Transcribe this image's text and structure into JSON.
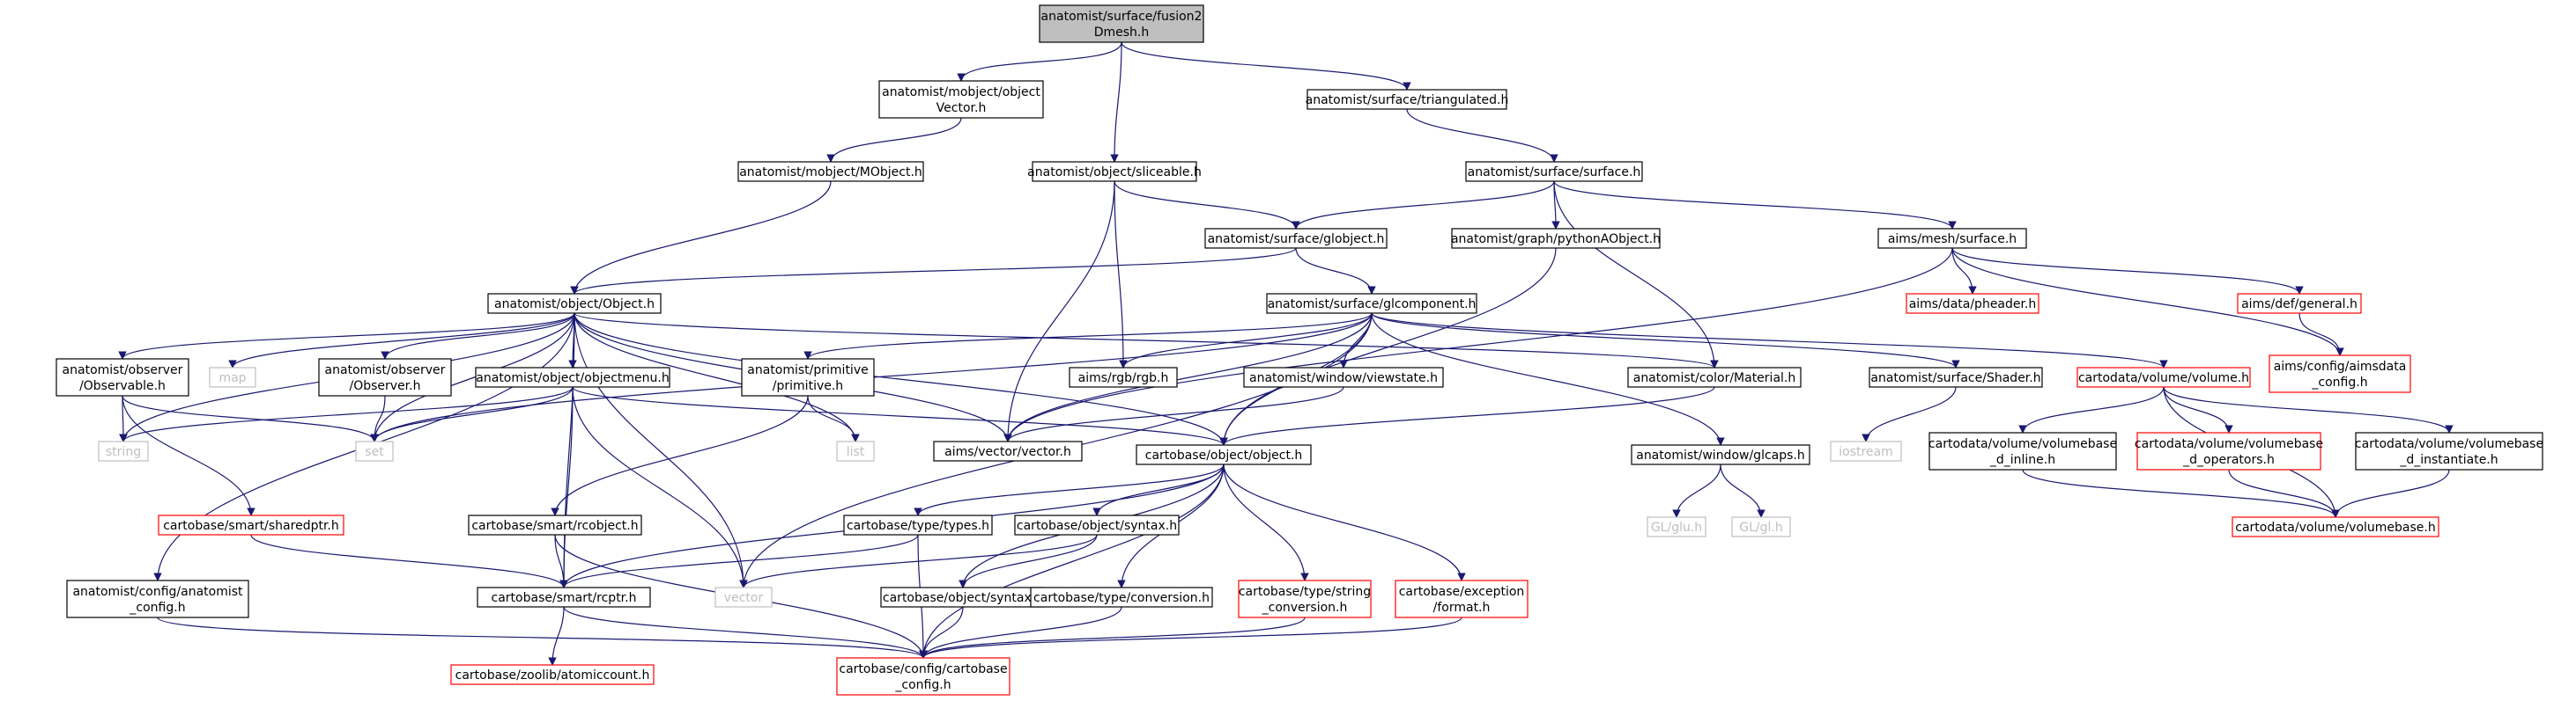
{
  "colors": {
    "edge": "#191970",
    "edge_missing": "#b22222",
    "box_border": "#000000",
    "box_missing": "#ff0000",
    "box_external": "#bfbfbf",
    "root_fill": "#bfbfbf",
    "text": "#000000",
    "text_external": "#bfbfbf"
  },
  "nodes": [
    {
      "id": "root",
      "lines": [
        "anatomist/surface/fusion2",
        "Dmesh.h"
      ],
      "kind": "root"
    },
    {
      "id": "mobjectvector",
      "lines": [
        "anatomist/mobject/object",
        "Vector.h"
      ],
      "kind": "normal"
    },
    {
      "id": "triangulated",
      "lines": [
        "anatomist/surface/triangulated.h"
      ],
      "kind": "normal"
    },
    {
      "id": "mobject",
      "lines": [
        "anatomist/mobject/MObject.h"
      ],
      "kind": "normal"
    },
    {
      "id": "sliceable",
      "lines": [
        "anatomist/object/sliceable.h"
      ],
      "kind": "normal"
    },
    {
      "id": "surface",
      "lines": [
        "anatomist/surface/surface.h"
      ],
      "kind": "normal"
    },
    {
      "id": "globject",
      "lines": [
        "anatomist/surface/globject.h"
      ],
      "kind": "normal"
    },
    {
      "id": "pythonaobject",
      "lines": [
        "anatomist/graph/pythonAObject.h"
      ],
      "kind": "normal"
    },
    {
      "id": "aimssurface",
      "lines": [
        "aims/mesh/surface.h"
      ],
      "kind": "normal"
    },
    {
      "id": "object",
      "lines": [
        "anatomist/object/Object.h"
      ],
      "kind": "normal"
    },
    {
      "id": "glcomponent",
      "lines": [
        "anatomist/surface/glcomponent.h"
      ],
      "kind": "normal"
    },
    {
      "id": "pheader",
      "lines": [
        "aims/data/pheader.h"
      ],
      "kind": "missing"
    },
    {
      "id": "general",
      "lines": [
        "aims/def/general.h"
      ],
      "kind": "missing"
    },
    {
      "id": "aimsdataconfig",
      "lines": [
        "aims/config/aimsdata",
        "_config.h"
      ],
      "kind": "missing"
    },
    {
      "id": "observable",
      "lines": [
        "anatomist/observer",
        "/Observable.h"
      ],
      "kind": "normal"
    },
    {
      "id": "map",
      "lines": [
        "map"
      ],
      "kind": "external"
    },
    {
      "id": "observer",
      "lines": [
        "anatomist/observer",
        "/Observer.h"
      ],
      "kind": "normal"
    },
    {
      "id": "objectmenu",
      "lines": [
        "anatomist/object/objectmenu.h"
      ],
      "kind": "normal"
    },
    {
      "id": "primitive",
      "lines": [
        "anatomist/primitive",
        "/primitive.h"
      ],
      "kind": "normal"
    },
    {
      "id": "rgb",
      "lines": [
        "aims/rgb/rgb.h"
      ],
      "kind": "normal"
    },
    {
      "id": "viewstate",
      "lines": [
        "anatomist/window/viewstate.h"
      ],
      "kind": "normal"
    },
    {
      "id": "material",
      "lines": [
        "anatomist/color/Material.h"
      ],
      "kind": "normal"
    },
    {
      "id": "shader",
      "lines": [
        "anatomist/surface/Shader.h"
      ],
      "kind": "normal"
    },
    {
      "id": "volume",
      "lines": [
        "cartodata/volume/volume.h"
      ],
      "kind": "missing"
    },
    {
      "id": "string",
      "lines": [
        "string"
      ],
      "kind": "external"
    },
    {
      "id": "set",
      "lines": [
        "set"
      ],
      "kind": "external"
    },
    {
      "id": "list",
      "lines": [
        "list"
      ],
      "kind": "external"
    },
    {
      "id": "aimsvector",
      "lines": [
        "aims/vector/vector.h"
      ],
      "kind": "normal"
    },
    {
      "id": "cbobject",
      "lines": [
        "cartobase/object/object.h"
      ],
      "kind": "normal"
    },
    {
      "id": "glcaps",
      "lines": [
        "anatomist/window/glcaps.h"
      ],
      "kind": "normal"
    },
    {
      "id": "iostream",
      "lines": [
        "iostream"
      ],
      "kind": "external"
    },
    {
      "id": "vbinline",
      "lines": [
        "cartodata/volume/volumebase",
        "_d_inline.h"
      ],
      "kind": "normal"
    },
    {
      "id": "vboperators",
      "lines": [
        "cartodata/volume/volumebase",
        "_d_operators.h"
      ],
      "kind": "missing"
    },
    {
      "id": "vbinstantiate",
      "lines": [
        "cartodata/volume/volumebase",
        "_d_instantiate.h"
      ],
      "kind": "normal"
    },
    {
      "id": "sharedptr",
      "lines": [
        "cartobase/smart/sharedptr.h"
      ],
      "kind": "missing"
    },
    {
      "id": "rcobject",
      "lines": [
        "cartobase/smart/rcobject.h"
      ],
      "kind": "normal"
    },
    {
      "id": "types",
      "lines": [
        "cartobase/type/types.h"
      ],
      "kind": "normal"
    },
    {
      "id": "syntaxobj",
      "lines": [
        "cartobase/object/syntax.h"
      ],
      "kind": "normal"
    },
    {
      "id": "glu",
      "lines": [
        "GL/glu.h"
      ],
      "kind": "external"
    },
    {
      "id": "gl",
      "lines": [
        "GL/gl.h"
      ],
      "kind": "external"
    },
    {
      "id": "volumebase",
      "lines": [
        "cartodata/volume/volumebase.h"
      ],
      "kind": "missing"
    },
    {
      "id": "anaconfig",
      "lines": [
        "anatomist/config/anatomist",
        "_config.h"
      ],
      "kind": "normal"
    },
    {
      "id": "rcptr",
      "lines": [
        "cartobase/smart/rcptr.h"
      ],
      "kind": "normal"
    },
    {
      "id": "vector",
      "lines": [
        "vector"
      ],
      "kind": "external"
    },
    {
      "id": "syntaxtyp",
      "lines": [
        "cartobase/object/syntax.h"
      ],
      "kind": "normal"
    },
    {
      "id": "conversion",
      "lines": [
        "cartobase/type/conversion.h"
      ],
      "kind": "normal"
    },
    {
      "id": "stringconv",
      "lines": [
        "cartobase/type/string",
        "_conversion.h"
      ],
      "kind": "missing"
    },
    {
      "id": "format",
      "lines": [
        "cartobase/exception",
        "/format.h"
      ],
      "kind": "missing"
    },
    {
      "id": "atomiccount",
      "lines": [
        "cartobase/zoolib/atomiccount.h"
      ],
      "kind": "missing"
    },
    {
      "id": "cbconfig",
      "lines": [
        "cartobase/config/cartobase",
        "_config.h"
      ],
      "kind": "missing"
    }
  ],
  "edges": [
    [
      "root",
      "mobjectvector"
    ],
    [
      "root",
      "sliceable"
    ],
    [
      "root",
      "triangulated"
    ],
    [
      "mobjectvector",
      "mobject"
    ],
    [
      "mobject",
      "object"
    ],
    [
      "triangulated",
      "surface"
    ],
    [
      "sliceable",
      "globject"
    ],
    [
      "sliceable",
      "rgb"
    ],
    [
      "sliceable",
      "aimsvector"
    ],
    [
      "surface",
      "globject"
    ],
    [
      "surface",
      "pythonaobject"
    ],
    [
      "surface",
      "aimssurface"
    ],
    [
      "surface",
      "material"
    ],
    [
      "globject",
      "object"
    ],
    [
      "globject",
      "glcomponent"
    ],
    [
      "pythonaobject",
      "cbobject"
    ],
    [
      "aimssurface",
      "pheader"
    ],
    [
      "aimssurface",
      "general"
    ],
    [
      "aimssurface",
      "aimsdataconfig"
    ],
    [
      "aimssurface",
      "aimsvector"
    ],
    [
      "general",
      "aimsdataconfig"
    ],
    [
      "object",
      "observable"
    ],
    [
      "object",
      "map"
    ],
    [
      "object",
      "observer"
    ],
    [
      "object",
      "objectmenu"
    ],
    [
      "object",
      "string"
    ],
    [
      "object",
      "set"
    ],
    [
      "object",
      "list"
    ],
    [
      "object",
      "aimsvector"
    ],
    [
      "object",
      "cbobject"
    ],
    [
      "object",
      "material"
    ],
    [
      "object",
      "vector"
    ],
    [
      "object",
      "rcptr"
    ],
    [
      "object",
      "anaconfig"
    ],
    [
      "glcomponent",
      "primitive"
    ],
    [
      "glcomponent",
      "rgb"
    ],
    [
      "glcomponent",
      "viewstate"
    ],
    [
      "glcomponent",
      "shader"
    ],
    [
      "glcomponent",
      "volume"
    ],
    [
      "glcomponent",
      "set"
    ],
    [
      "glcomponent",
      "aimsvector"
    ],
    [
      "glcomponent",
      "cbobject"
    ],
    [
      "glcomponent",
      "glcaps"
    ],
    [
      "glcomponent",
      "vector"
    ],
    [
      "observable",
      "string"
    ],
    [
      "observable",
      "set"
    ],
    [
      "observable",
      "sharedptr"
    ],
    [
      "observer",
      "set"
    ],
    [
      "objectmenu",
      "string"
    ],
    [
      "objectmenu",
      "set"
    ],
    [
      "objectmenu",
      "cbobject"
    ],
    [
      "objectmenu",
      "rcptr"
    ],
    [
      "objectmenu",
      "vector"
    ],
    [
      "primitive",
      "list"
    ],
    [
      "primitive",
      "rcobject"
    ],
    [
      "viewstate",
      "aimsvector"
    ],
    [
      "material",
      "cbobject"
    ],
    [
      "shader",
      "iostream"
    ],
    [
      "volume",
      "vbinline"
    ],
    [
      "volume",
      "vboperators"
    ],
    [
      "volume",
      "vbinstantiate"
    ],
    [
      "volume",
      "volumebase"
    ],
    [
      "vbinline",
      "volumebase"
    ],
    [
      "vboperators",
      "volumebase"
    ],
    [
      "vbinstantiate",
      "volumebase"
    ],
    [
      "cbobject",
      "types"
    ],
    [
      "cbobject",
      "syntaxobj"
    ],
    [
      "cbobject",
      "syntaxtyp"
    ],
    [
      "cbobject",
      "conversion"
    ],
    [
      "cbobject",
      "stringconv"
    ],
    [
      "cbobject",
      "format"
    ],
    [
      "cbobject",
      "cbconfig"
    ],
    [
      "cbobject",
      "rcptr"
    ],
    [
      "glcaps",
      "glu"
    ],
    [
      "glcaps",
      "gl"
    ],
    [
      "sharedptr",
      "rcptr"
    ],
    [
      "rcobject",
      "rcptr"
    ],
    [
      "rcobject",
      "cbconfig"
    ],
    [
      "types",
      "rcptr"
    ],
    [
      "types",
      "cbconfig"
    ],
    [
      "syntaxobj",
      "vector"
    ],
    [
      "syntaxobj",
      "syntaxtyp"
    ],
    [
      "syntaxtyp",
      "cbconfig"
    ],
    [
      "conversion",
      "cbconfig"
    ],
    [
      "stringconv",
      "cbconfig"
    ],
    [
      "format",
      "cbconfig"
    ],
    [
      "anaconfig",
      "cbconfig"
    ],
    [
      "rcptr",
      "atomiccount"
    ],
    [
      "rcptr",
      "cbconfig"
    ]
  ]
}
